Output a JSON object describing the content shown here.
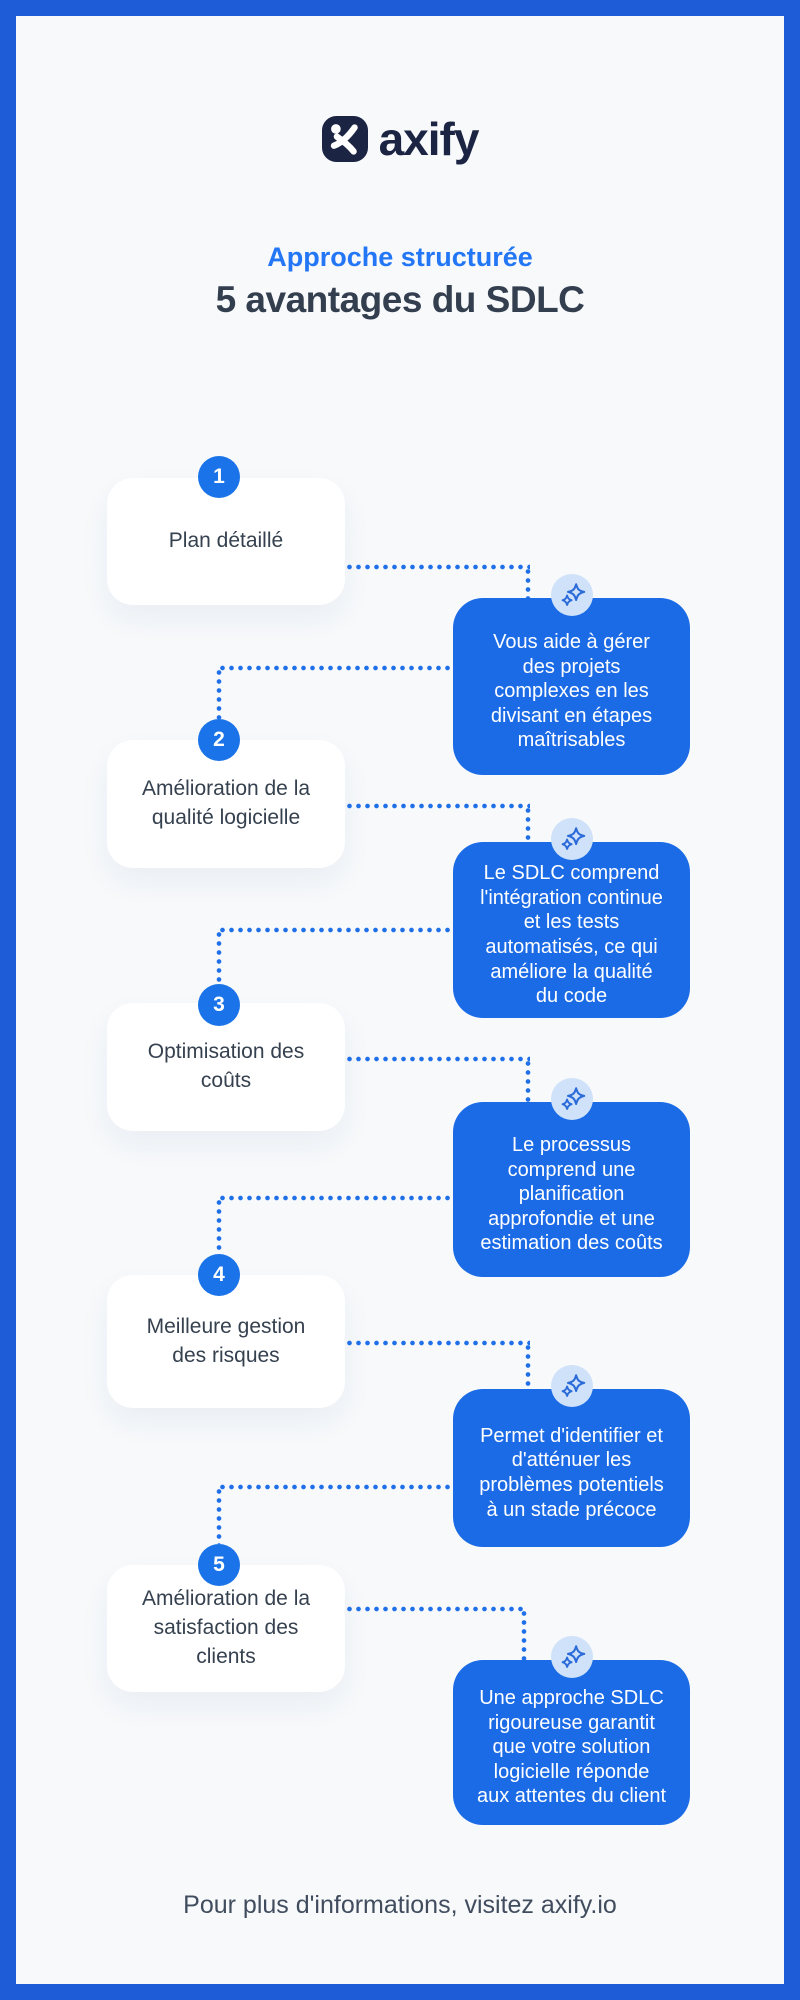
{
  "brand": {
    "name": "axify",
    "logo_icon": "axify-logo"
  },
  "header": {
    "kicker": "Approche structurée",
    "title": "5 avantages du SDLC"
  },
  "steps": [
    {
      "number": "1",
      "label": "Plan détaillé",
      "description": "Vous aide à gérer des projets complexes en les divisant en étapes maîtrisables"
    },
    {
      "number": "2",
      "label": "Amélioration de la qualité logicielle",
      "description": "Le SDLC comprend l'intégration continue et les tests automatisés, ce qui améliore la qualité du code"
    },
    {
      "number": "3",
      "label": "Optimisation des coûts",
      "description": "Le processus comprend une planification approfondie et une estimation des coûts"
    },
    {
      "number": "4",
      "label": "Meilleure gestion des risques",
      "description": "Permet d'identifier et d'atténuer les problèmes potentiels à un stade précoce"
    },
    {
      "number": "5",
      "label": "Amélioration de la satisfaction des clients",
      "description": "Une approche SDLC rigoureuse garantit que votre solution logicielle réponde aux attentes du client"
    }
  ],
  "footer": {
    "text": "Pour plus d'informations, visitez axify.io"
  },
  "icons": {
    "step_marker": "sparkles-icon"
  },
  "colors": {
    "frame": "#1D5CD6",
    "card_blue": "#1B6BE6",
    "badge_blue": "#1A73E8",
    "dot_blue": "#1E6FE8",
    "icon_circle_bg": "#CFE2F9",
    "icon_star": "#2B6AD9",
    "navy": "#1B2442",
    "kicker_blue": "#2376F5",
    "title_dark": "#333E4F",
    "background": "#F7F9FB"
  }
}
